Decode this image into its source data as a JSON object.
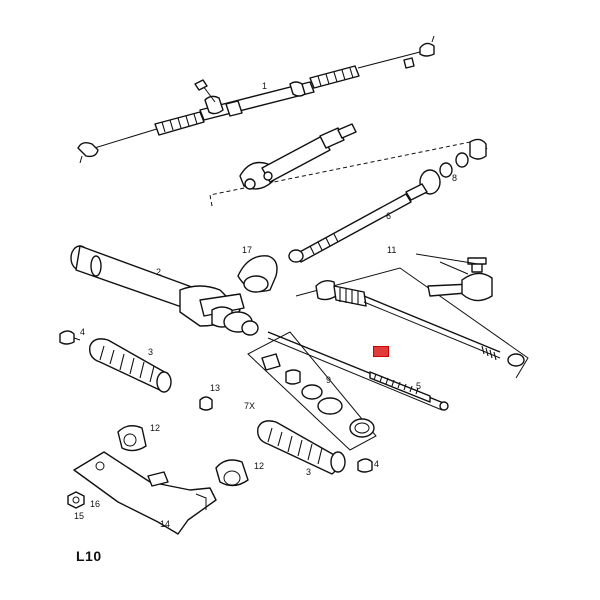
{
  "diagram": {
    "title": "L10",
    "callouts": {
      "p1": "1",
      "p2": "2",
      "p3a": "3",
      "p3b": "3",
      "p4a": "4",
      "p4b": "4",
      "p5": "5",
      "p6": "6",
      "p7x": "7X",
      "p8": "8",
      "p9": "9",
      "p11": "11",
      "p12a": "12",
      "p12b": "12",
      "p13": "13",
      "p14": "14",
      "p15": "15",
      "p16": "16",
      "p17": "17"
    },
    "colors": {
      "line": "#111111",
      "background": "#ffffff",
      "highlight": "#e23b3b"
    }
  }
}
